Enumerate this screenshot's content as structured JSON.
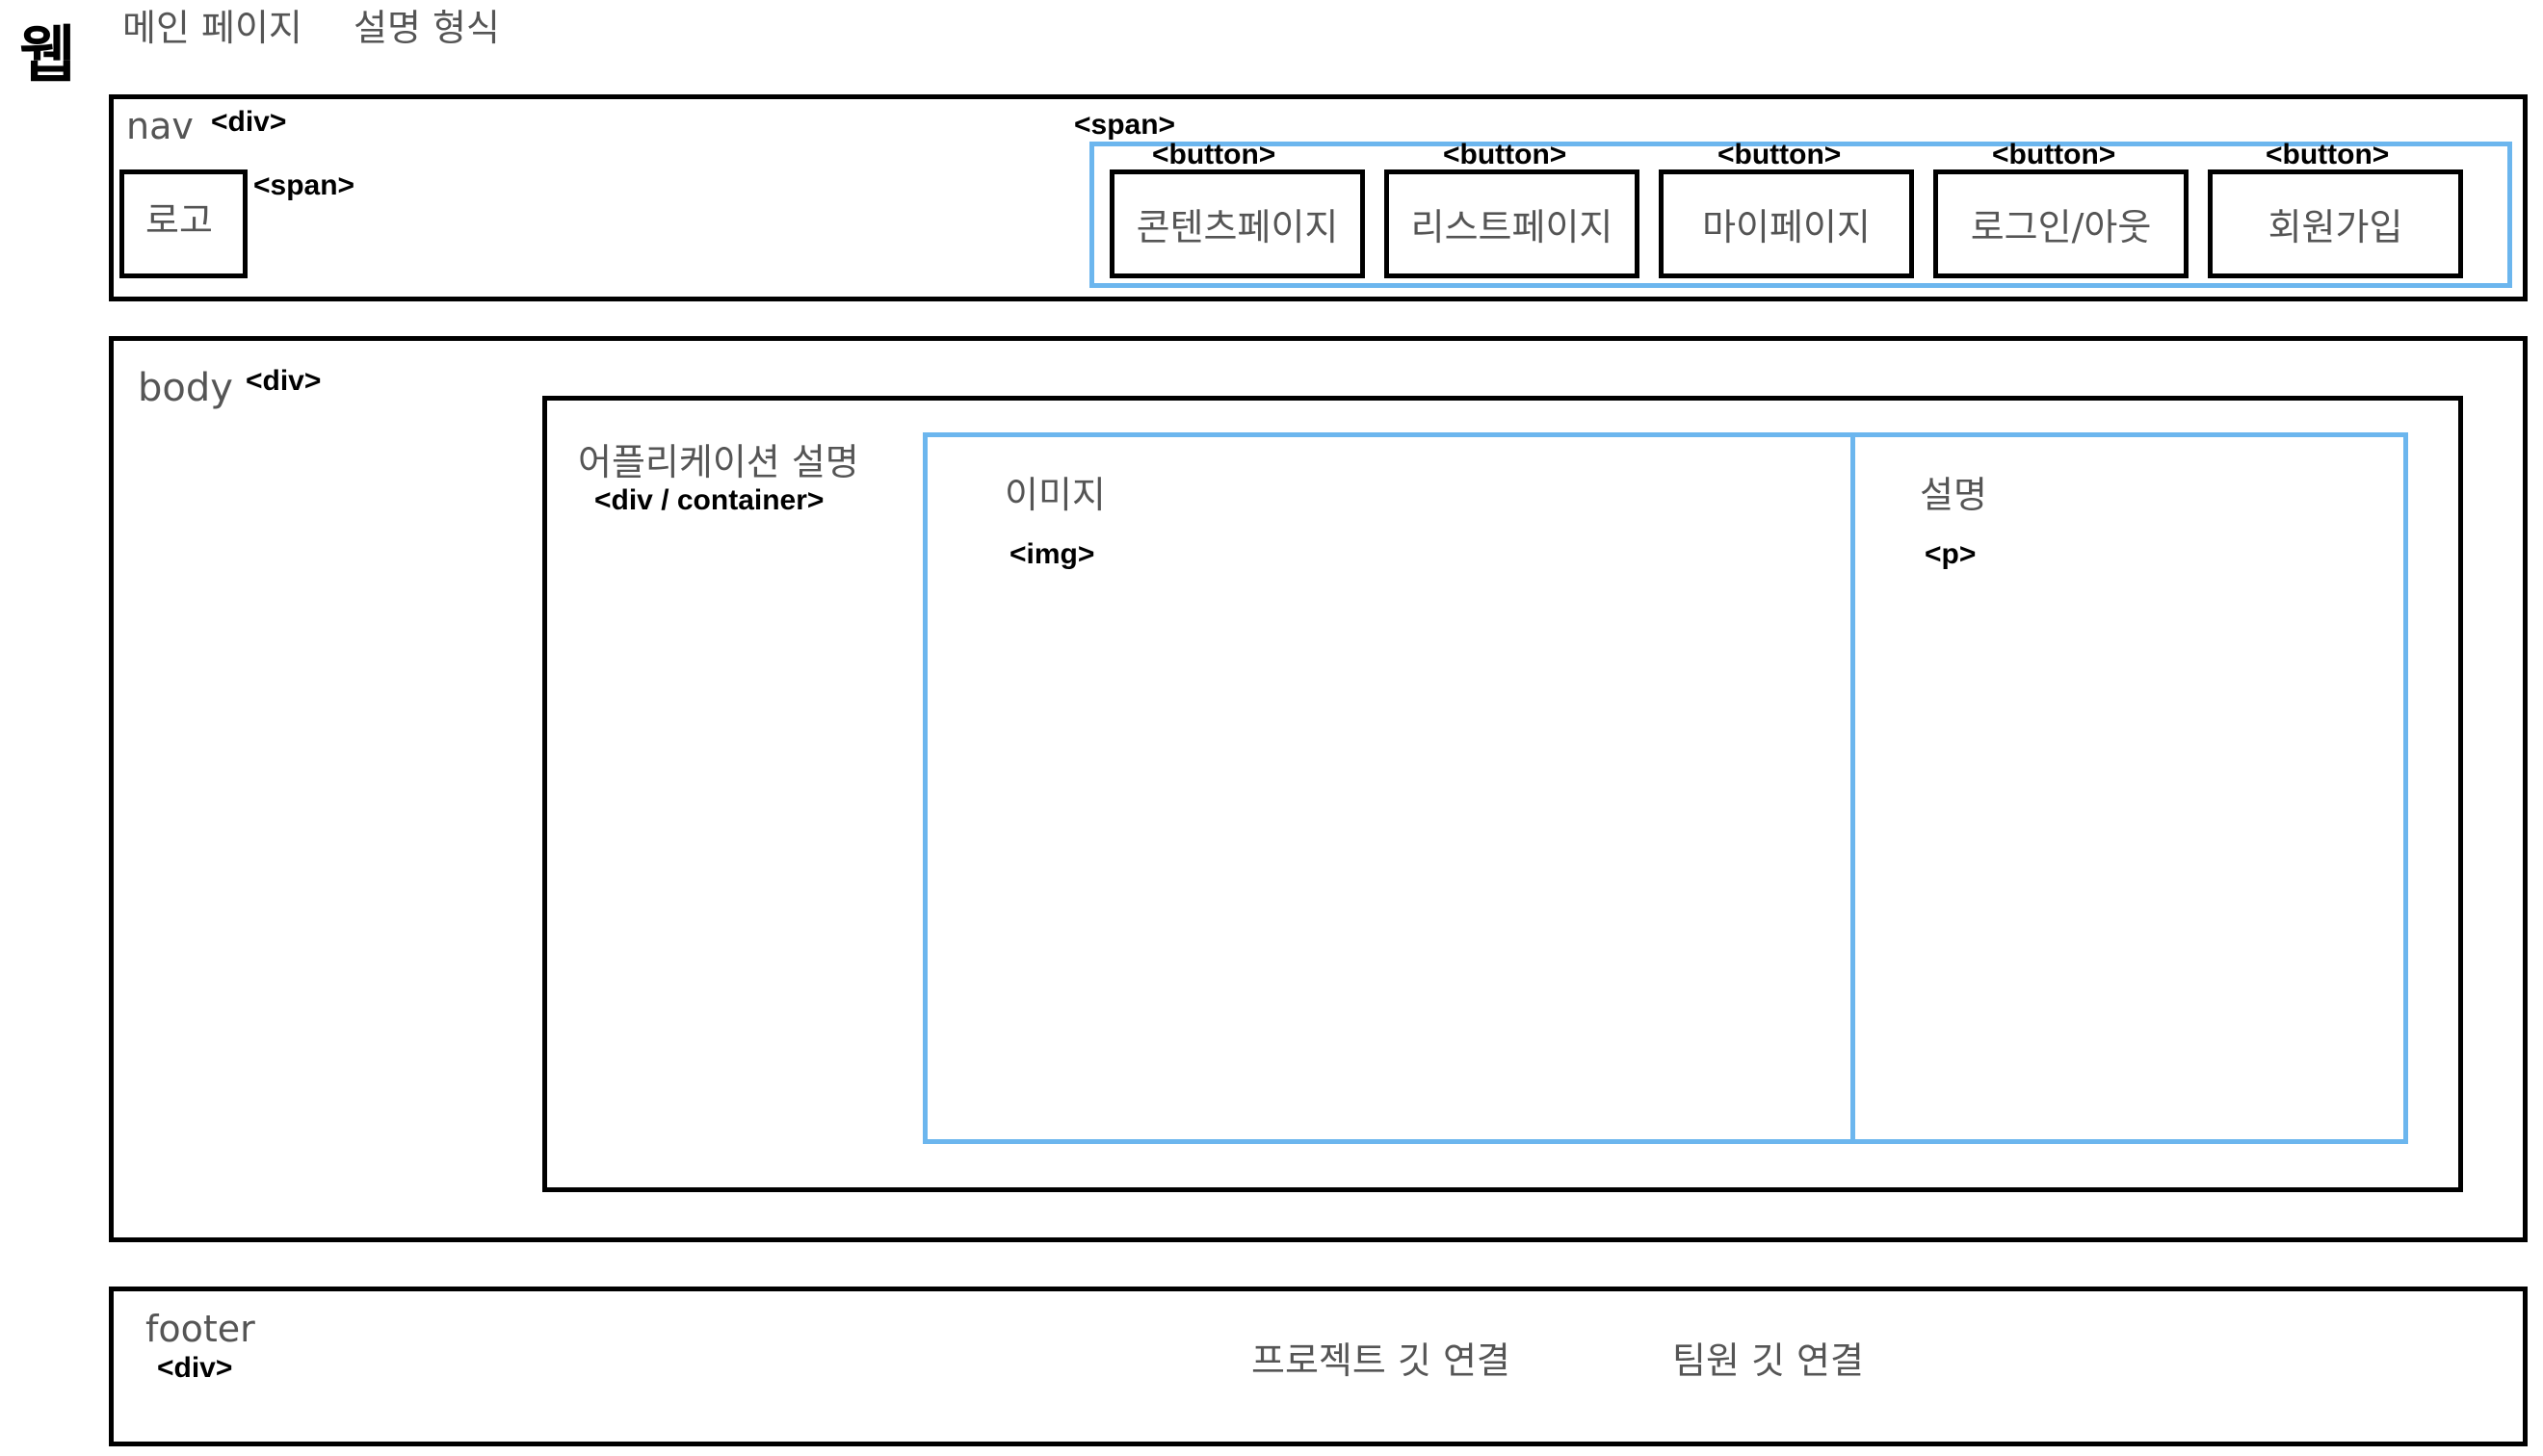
{
  "header": {
    "icon_text": "웹",
    "title": "메인 페이지",
    "subtitle": "설명 형식"
  },
  "nav": {
    "label": "nav",
    "tag": "<div>",
    "logo": {
      "label": "로고",
      "tag": "<span>"
    },
    "button_group": {
      "tag": "<span>",
      "buttons": [
        {
          "tag": "<button>",
          "label": "콘텐츠페이지"
        },
        {
          "tag": "<button>",
          "label": "리스트페이지"
        },
        {
          "tag": "<button>",
          "label": "마이페이지"
        },
        {
          "tag": "<button>",
          "label": "로그인/아웃"
        },
        {
          "tag": "<button>",
          "label": "회원가입"
        }
      ]
    }
  },
  "body": {
    "label": "body",
    "tag": "<div>",
    "container": {
      "label": "어플리케이션 설명",
      "tag": "<div / container>",
      "image": {
        "label": "이미지",
        "tag": "<img>"
      },
      "description": {
        "label": "설명",
        "tag": "<p>"
      }
    }
  },
  "footer": {
    "label": "footer",
    "tag": "<div>",
    "links": [
      "프로젝트 깃 연결",
      "팀원 깃 연결"
    ]
  },
  "colors": {
    "outline": "#000000",
    "highlight": "#6cb6ee",
    "text": "#555555"
  }
}
